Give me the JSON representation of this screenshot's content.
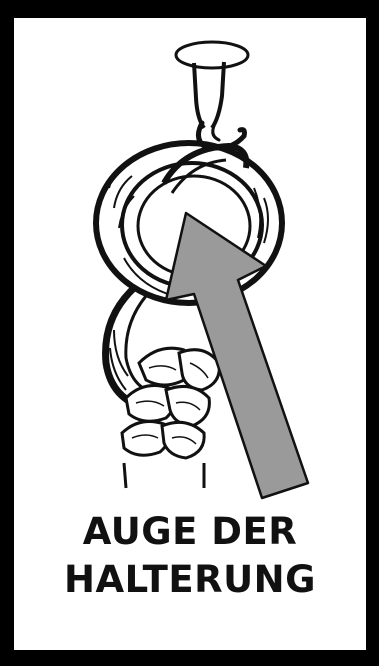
{
  "caption": {
    "line1": "AUGE DER",
    "line2": "HALTERUNG"
  },
  "illustration": {
    "subject": "hook-eye-with-rope",
    "arrow_color": "#999999",
    "ink_color": "#111111"
  }
}
